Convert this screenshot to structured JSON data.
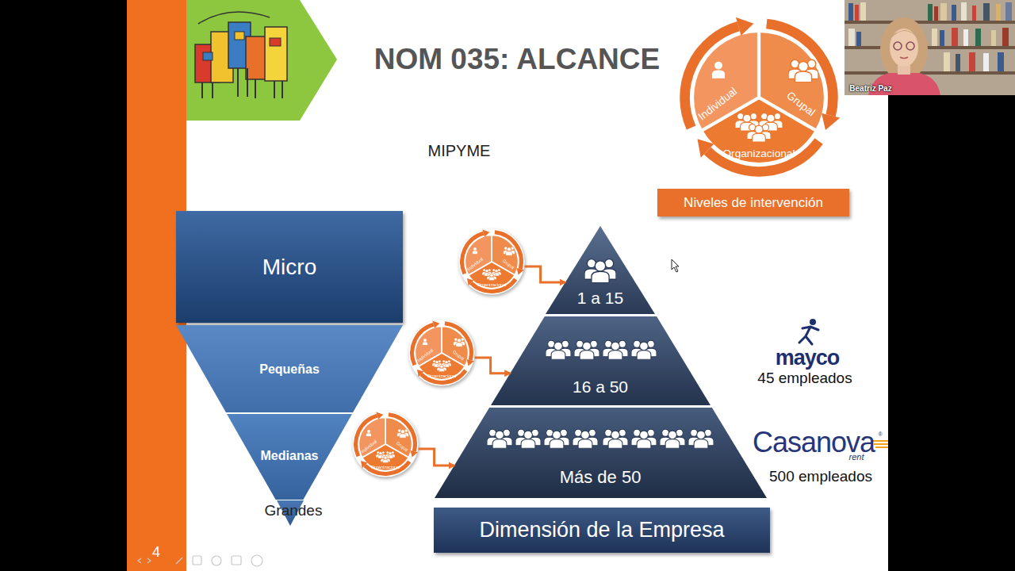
{
  "diagram": {
    "title": "NOM 035: ALCANCE",
    "nodes": [
      {
        "text": [
          "Individual",
          "Grupal",
          "Organizacional"
        ]
      },
      {
        "text": [
          "Niveles de intervención"
        ]
      },
      {
        "text": [
          "Micro"
        ]
      },
      {
        "text": [
          "Pequeñas"
        ]
      },
      {
        "text": [
          "Medianas"
        ]
      },
      {
        "text": [
          "Grandes"
        ]
      },
      {
        "text": [
          "1 a 15"
        ]
      },
      {
        "text": [
          "16 a 50"
        ]
      },
      {
        "text": [
          "Más de 50"
        ]
      },
      {
        "text": [
          "Dimensión de la Empresa"
        ]
      },
      {
        "text": [
          "Individual",
          "Grupal",
          "Organizacional"
        ]
      },
      {
        "text": [
          "Individual",
          "Grupal",
          "Organizacional"
        ]
      },
      {
        "text": [
          "Individual",
          "Grupal",
          "Organizacional"
        ]
      }
    ],
    "edges": [
      {
        "from": 10,
        "to": 6,
        "arrow": "to"
      },
      {
        "from": 11,
        "to": 7,
        "arrow": "to"
      },
      {
        "from": 12,
        "to": 8,
        "arrow": "to"
      }
    ],
    "labels": [
      "MIPYME",
      "mayco",
      "45 empleados",
      "Casanova",
      "®",
      "rent",
      "500 empleados",
      "Beatríz Paz",
      "4"
    ]
  }
}
